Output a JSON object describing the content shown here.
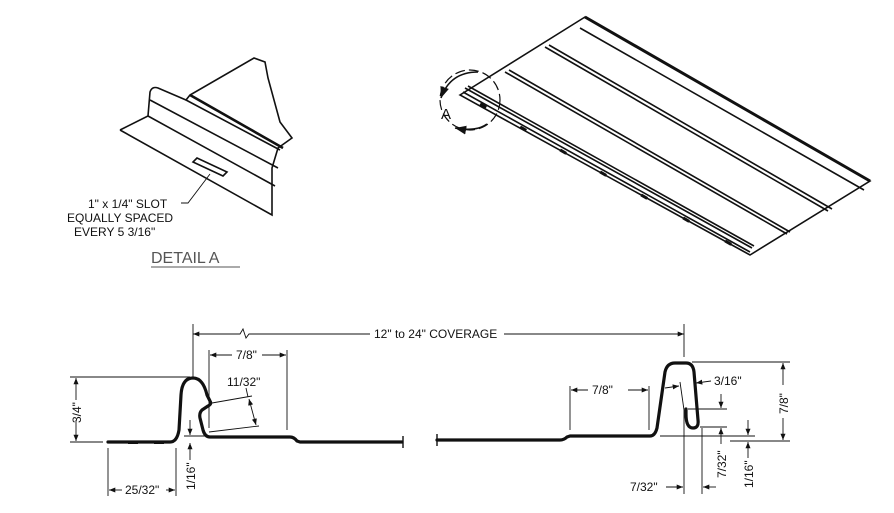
{
  "detail": {
    "slot_note": [
      "1\" x 1/4\" SLOT",
      "EQUALLY SPACED",
      "EVERY 5 3/16\""
    ],
    "title": "DETAIL  A"
  },
  "isometric": {
    "callout_label": "A"
  },
  "profile": {
    "coverage": "12\" to 24\" COVERAGE",
    "left": {
      "height": "3/4\"",
      "flat_width": "7/8\"",
      "offset": "11/32\"",
      "step": "1/16\"",
      "flange": "25/32\""
    },
    "right": {
      "flat_width": "7/8\"",
      "hook": "3/16\"",
      "height": "7/8\"",
      "hook_depth": "7/32\"",
      "hook_width": "7/32\"",
      "step": "1/16\""
    }
  }
}
